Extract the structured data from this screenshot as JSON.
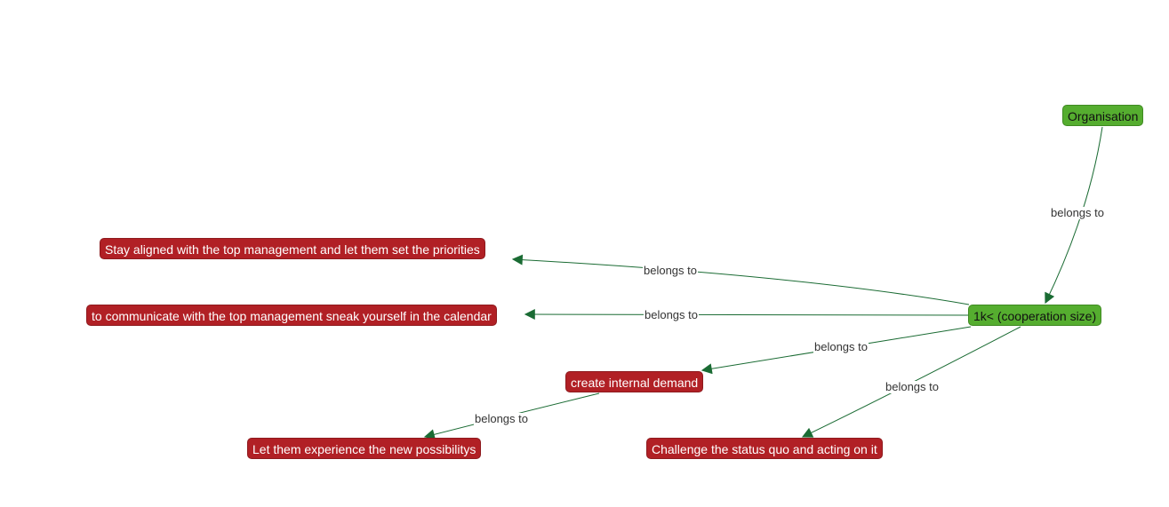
{
  "colors": {
    "red_node": "#b12025",
    "green_node": "#55ad2f",
    "edge": "#1a6b33"
  },
  "nodes": {
    "organisation": "Organisation",
    "cooperation_size": "1k< (cooperation size)",
    "stay_aligned": "Stay aligned with the top management and let them set the priorities",
    "communicate": "to communicate with the top management sneak yourself in the calendar",
    "internal_demand": "create internal demand",
    "experience": "Let them experience the new possibilitys",
    "challenge": "Challenge the status quo and acting on it"
  },
  "edges": [
    {
      "from": "organisation",
      "to": "cooperation_size",
      "label": "belongs to"
    },
    {
      "from": "cooperation_size",
      "to": "stay_aligned",
      "label": "belongs to"
    },
    {
      "from": "cooperation_size",
      "to": "communicate",
      "label": "belongs to"
    },
    {
      "from": "cooperation_size",
      "to": "internal_demand",
      "label": "belongs to"
    },
    {
      "from": "cooperation_size",
      "to": "challenge",
      "label": "belongs to"
    },
    {
      "from": "internal_demand",
      "to": "experience",
      "label": "belongs to"
    }
  ]
}
